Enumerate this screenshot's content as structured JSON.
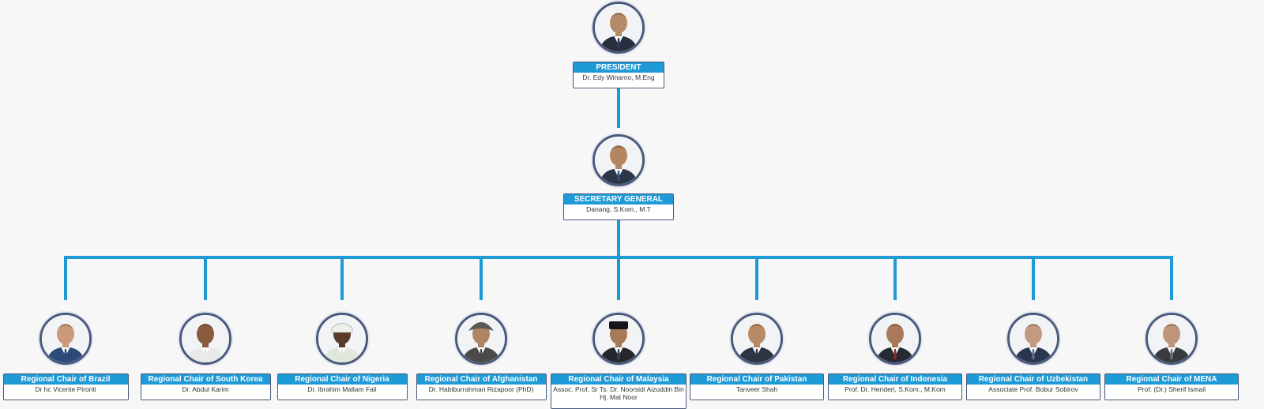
{
  "colors": {
    "connector": "#1e9ad6",
    "role_bar": "#1e9ad6",
    "frame": "#4a5a7c",
    "background": "#f7f7f7"
  },
  "president": {
    "role": "PRESIDENT",
    "name": "Dr. Edy Winarno, M.Eng",
    "suit_color": "#2a2f3d",
    "tie_color": "#2b3b6b",
    "skin_color": "#b58a66"
  },
  "secretary": {
    "role": "SECRETARY GENERAL",
    "name": "Danang, S.Kom., M.T",
    "suit_color": "#2b3646",
    "tie_color": "#3b4f7a",
    "skin_color": "#b38560"
  },
  "chairs": [
    {
      "role": "Regional Chair of Brazil",
      "name": "Dr hc Vicente Pironti",
      "suit_color": "#2c4a78",
      "tie_color": "#2c4a78",
      "skin_color": "#c9997a",
      "hat": "none"
    },
    {
      "role": "Regional Chair of South Korea",
      "name": "Dr. Abdul Karim",
      "suit_color": "#e9e9e9",
      "tie_color": "#e9e9e9",
      "skin_color": "#8a5a3e",
      "hat": "none"
    },
    {
      "role": "Regional Chair of Nigeria",
      "name": "Dr. Ibrahim Mallam Fali",
      "suit_color": "#dfe7dc",
      "tie_color": "#dfe7dc",
      "skin_color": "#5a3a28",
      "hat": "cap"
    },
    {
      "role": "Regional Chair of Afghanistan",
      "name": "Dr. Habiburrahman Rizapoor (PhD)",
      "suit_color": "#4a4a48",
      "tie_color": "#4a4a48",
      "skin_color": "#b08566",
      "hat": "turban"
    },
    {
      "role": "Regional Chair of Malaysia",
      "name": "Assoc. Prof. Sr Ts. Dr. Noorsidi Aizuddin Bin Hj. Mat Noor",
      "suit_color": "#26272c",
      "tie_color": "#3a4058",
      "skin_color": "#a77a58",
      "hat": "songkok"
    },
    {
      "role": "Regional Chair of Pakistan",
      "name": "Tanveer Shah",
      "suit_color": "#2f3442",
      "tie_color": "#2f3442",
      "skin_color": "#b88a66",
      "hat": "none"
    },
    {
      "role": "Regional Chair of Indonesia",
      "name": "Prof. Dr. Henderi, S.Kom., M.Kom",
      "suit_color": "#262a33",
      "tie_color": "#8a2a2a",
      "skin_color": "#a9795a",
      "hat": "none"
    },
    {
      "role": "Regional Chair of Uzbekistan",
      "name": "Associate Prof. Bobur Sobirov",
      "suit_color": "#2a3550",
      "tie_color": "#5a6a8a",
      "skin_color": "#c49a7e",
      "hat": "none"
    },
    {
      "role": "Regional Chair of MENA",
      "name": "Prof. (Dr.) Sherif Ismail",
      "suit_color": "#3a3b40",
      "tie_color": "#6a6f7a",
      "skin_color": "#c09478",
      "hat": "none"
    }
  ]
}
